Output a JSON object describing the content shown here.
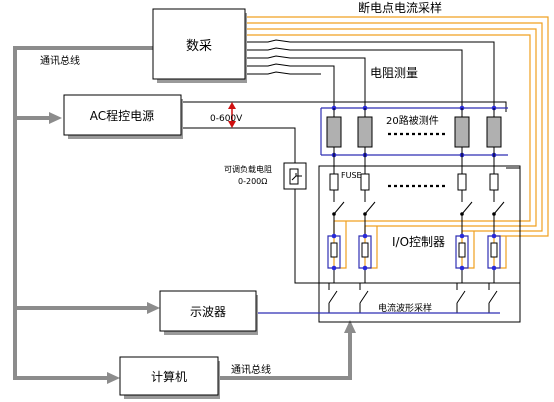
{
  "labels": {
    "daq": "数采",
    "ac_power": "AC程控电源",
    "oscilloscope": "示波器",
    "computer": "计算机",
    "comm_bus_top": "通讯总线",
    "comm_bus_bottom": "通讯总线",
    "breakpoint_current": "断电点电流采样",
    "resistance_measure": "电阻测量",
    "voltage_range": "0-600V",
    "dut_20": "20路被测件",
    "fuse": "FUSE",
    "io_controller": "I/O控制器",
    "current_waveform": "电流波形采样",
    "adjustable_load_line1": "可调负载电阻",
    "adjustable_load_line2": "0-200Ω"
  },
  "colors": {
    "bus_gray": "#8c8c8c",
    "signal_blue": "#2f2fb3",
    "signal_orange": "#f0a020",
    "voltage_arrow_red": "#d01010",
    "dut_fill": "#b0b0b0"
  }
}
